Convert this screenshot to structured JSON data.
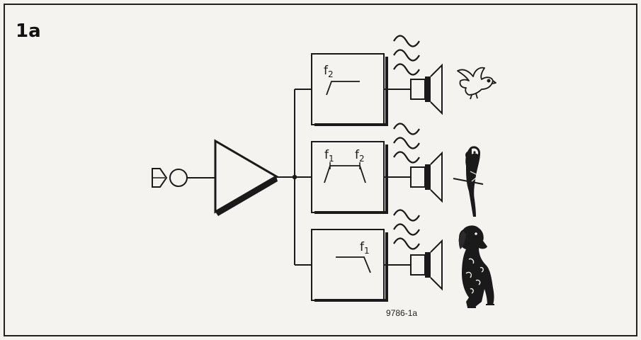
{
  "figure": {
    "label": "1a",
    "code": "9786-1a"
  },
  "filters": [
    {
      "id": "high",
      "labels": [
        "f2"
      ],
      "animal": "bird"
    },
    {
      "id": "band",
      "labels": [
        "f1",
        "f2"
      ],
      "animal": "parrot"
    },
    {
      "id": "low",
      "labels": [
        "f1"
      ],
      "animal": "dog"
    }
  ],
  "colors": {
    "ink": "#1a1a1a",
    "paper": "#f4f3ef"
  }
}
